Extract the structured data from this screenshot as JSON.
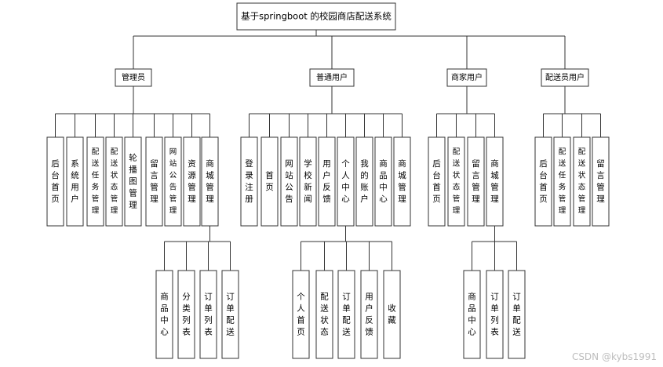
{
  "diagram": {
    "root": "基于springboot 的校园商店配送系统",
    "roles": [
      {
        "label": "管理员",
        "modules": [
          "后台首页",
          "系统用户",
          "配送任务管理",
          "配送状态管理",
          "轮播图管理",
          "留言管理",
          "网站公告管理",
          "资源管理",
          "商城管理"
        ],
        "sub_of": "商城管理",
        "submodules": [
          "商品中心",
          "分类列表",
          "订单列表",
          "订单配送"
        ]
      },
      {
        "label": "普通用户",
        "modules": [
          "登录注册",
          "首页",
          "网站公告",
          "学校新闻",
          "用户反馈",
          "个人中心",
          "我的账户",
          "商品中心",
          "商城管理"
        ],
        "sub_of": "个人中心",
        "submodules": [
          "个人首页",
          "配送状态",
          "订单配送",
          "用户反馈",
          "收藏"
        ]
      },
      {
        "label": "商家用户",
        "modules": [
          "后台首页",
          "配送状态管理",
          "留言管理",
          "商城管理"
        ],
        "sub_of": "商城管理",
        "submodules": [
          "商品中心",
          "订单列表",
          "订单配送"
        ]
      },
      {
        "label": "配送员用户",
        "modules": [
          "后台首页",
          "配送任务管理",
          "配送状态管理",
          "留言管理"
        ]
      }
    ]
  },
  "watermark": "CSDN @kybs1991"
}
